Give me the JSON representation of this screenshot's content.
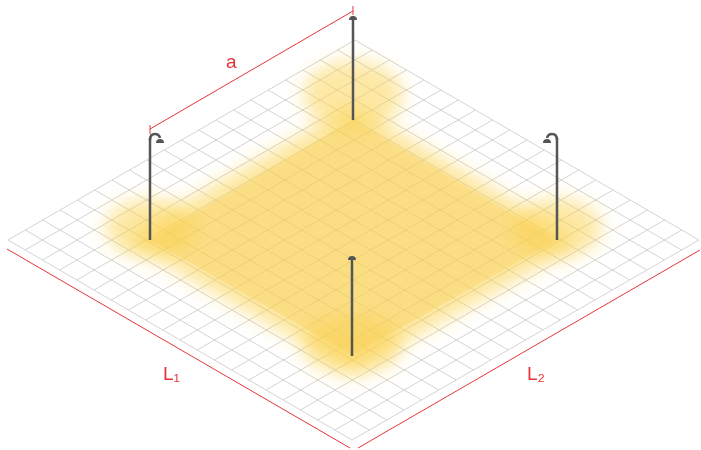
{
  "diagram": {
    "labels": [
      "a",
      "L₁",
      "L₂"
    ]
  }
}
